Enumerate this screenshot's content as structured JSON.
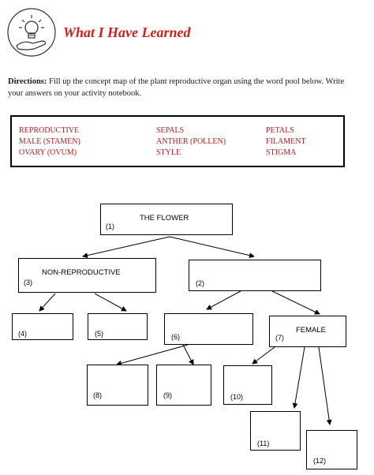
{
  "header": {
    "title": "What I Have Learned"
  },
  "directions": {
    "lead": "Directions:",
    "text": "Fill up the concept map of the plant reproductive organ using the word pool below. Write your answers on your activity notebook."
  },
  "word_pool": {
    "columns": [
      [
        "REPRODUCTIVE",
        "MALE (STAMEN)",
        "OVARY (OVUM)"
      ],
      [
        "SEPALS",
        "ANTHER (POLLEN)",
        "STYLE"
      ],
      [
        "PETALS",
        "FILAMENT",
        "STIGMA"
      ]
    ]
  },
  "concept_map": {
    "flower": {
      "number": "(1)",
      "label": "THE FLOWER"
    },
    "non_reproductive": {
      "number": "(3)",
      "label": "NON-REPRODUCTIVE"
    },
    "box2": {
      "number": "(2)"
    },
    "box4": {
      "number": "(4)"
    },
    "box5": {
      "number": "(5)"
    },
    "box6": {
      "number": "(6)"
    },
    "female": {
      "number": "(7)",
      "label": "FEMALE"
    },
    "box8": {
      "number": "(8)"
    },
    "box9": {
      "number": "(9)"
    },
    "box10": {
      "number": "(10)"
    },
    "box11": {
      "number": "(11)"
    },
    "box12": {
      "number": "(12)"
    }
  },
  "colors": {
    "title": "#cc1f1f",
    "word_pool_text": "#b02020"
  }
}
